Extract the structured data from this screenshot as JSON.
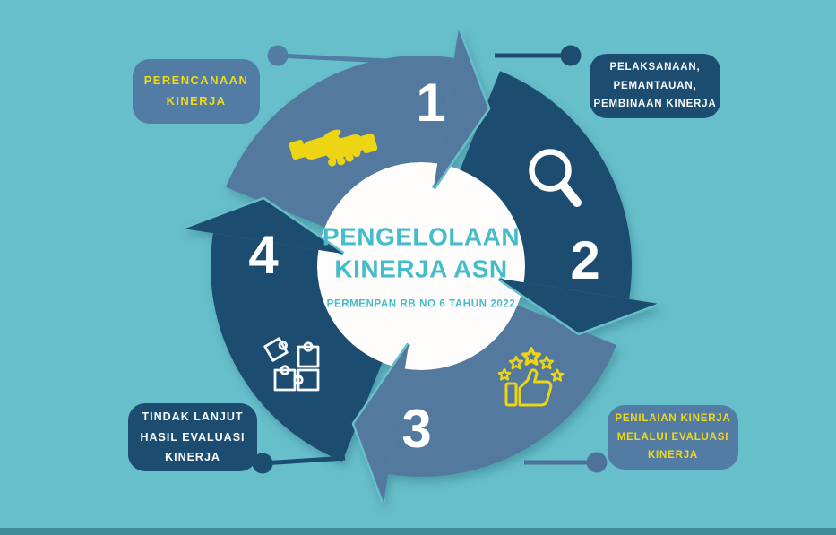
{
  "title": "Pengelolaan Kinerja ASN cycle infographic",
  "colors": {
    "background_teal": "#67BFCB",
    "medium_blue": "#53799F",
    "navy": "#1C4D70",
    "yellow": "#EFD71C",
    "center_teal": "#45BCCB",
    "white": "#FFFFFF"
  },
  "center": {
    "line1": "PENGELOLAAN",
    "line2": "KINERJA ASN",
    "subtitle": "PERMENPAN RB NO 6 TAHUN 2022"
  },
  "cycle": {
    "direction": "clockwise",
    "steps": [
      {
        "number": "1",
        "icon": "handshake-icon",
        "label": "PERENCANAAN KINERJA"
      },
      {
        "number": "2",
        "icon": "magnifier-icon",
        "label": "PELAKSANAAN, PEMANTAUAN, PEMBINAAN KINERJA"
      },
      {
        "number": "3",
        "icon": "thumbs-up-stars-icon",
        "label": "PENILAIAN KINERJA MELALUI EVALUASI KINERJA"
      },
      {
        "number": "4",
        "icon": "puzzle-icon",
        "label": "TINDAK LANJUT HASIL EVALUASI KINERJA"
      }
    ]
  },
  "callouts": {
    "top_left": {
      "lines": [
        "PERENCANAAN",
        "KINERJA"
      ]
    },
    "top_right": {
      "lines": [
        "PELAKSANAAN,",
        "PEMANTAUAN,",
        "PEMBINAAN KINERJA"
      ]
    },
    "bottom_right": {
      "lines": [
        "PENILAIAN KINERJA",
        "MELALUI EVALUASI",
        "KINERJA"
      ]
    },
    "bottom_left": {
      "lines": [
        "TINDAK LANJUT",
        "HASIL EVALUASI",
        "KINERJA"
      ]
    }
  }
}
